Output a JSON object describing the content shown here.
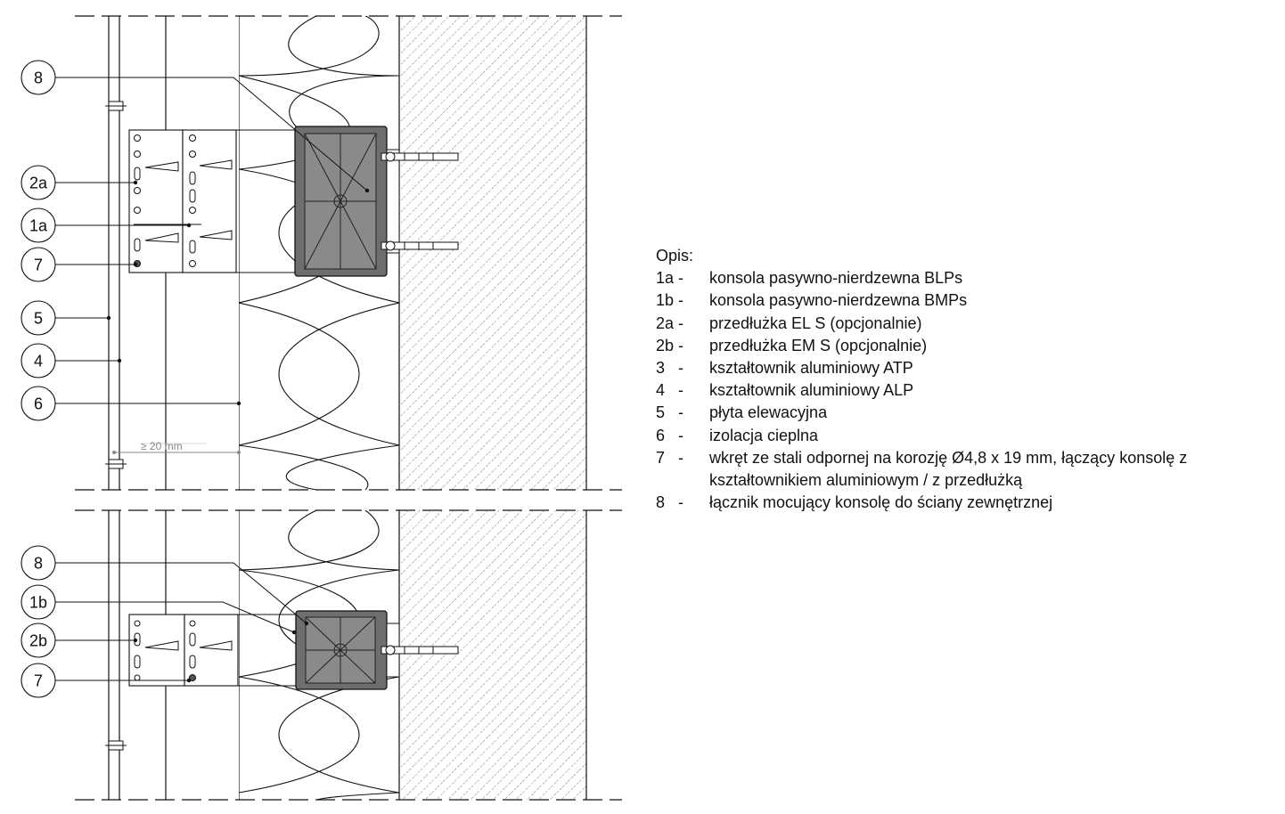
{
  "callouts_top": [
    "8",
    "2a",
    "1a",
    "7",
    "5",
    "4",
    "6"
  ],
  "callouts_bottom": [
    "8",
    "1b",
    "2b",
    "7"
  ],
  "dimension_label": "≥ 20 mm",
  "legend": {
    "title": "Opis:",
    "items": [
      {
        "key": "1a -",
        "desc": "konsola pasywno-nierdzewna BLPs"
      },
      {
        "key": "1b -",
        "desc": "konsola pasywno-nierdzewna BMPs"
      },
      {
        "key": "2a -",
        "desc": "przedłużka EL S (opcjonalnie)"
      },
      {
        "key": "2b -",
        "desc": "przedłużka EM S (opcjonalnie)"
      },
      {
        "key": "3   -",
        "desc": "kształtownik aluminiowy ATP"
      },
      {
        "key": "4   -",
        "desc": "kształtownik aluminiowy ALP"
      },
      {
        "key": "5   -",
        "desc": "płyta elewacyjna"
      },
      {
        "key": "6   -",
        "desc": "izolacja cieplna"
      },
      {
        "key": "7   -",
        "desc": "wkręt ze stali odpornej na korozję Ø4,8 x 19 mm, łączący konsolę z kształtownikiem aluminiowym / z przedłużką"
      },
      {
        "key": "8   -",
        "desc": "łącznik mocujący konsolę do ściany zewnętrznej"
      }
    ]
  },
  "colors": {
    "line": "#111111",
    "bracket_fill": "#6e6e6e",
    "hatch": "#444444",
    "dim": "#888888"
  }
}
